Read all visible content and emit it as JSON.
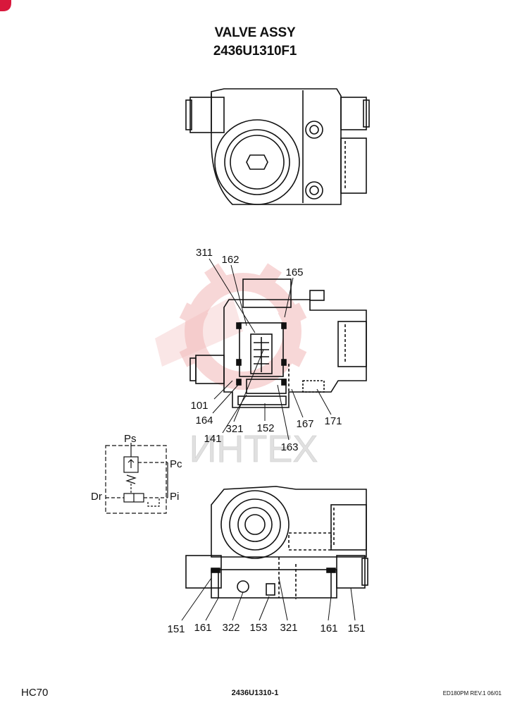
{
  "header": {
    "title": "VALVE ASSY",
    "part_number": "2436U1310F1"
  },
  "watermark": {
    "text": "ИНТЕХ",
    "color": "#e8a0a0"
  },
  "section_callouts": [
    "311",
    "162",
    "165",
    "101",
    "164",
    "141",
    "321",
    "152",
    "167",
    "171",
    "163"
  ],
  "bottom_callouts": [
    "151",
    "161",
    "322",
    "153",
    "321",
    "161",
    "151"
  ],
  "schematic": {
    "ports": {
      "ps": "Ps",
      "pc": "Pc",
      "dr": "Dr",
      "pi": "Pi"
    }
  },
  "footer": {
    "model": "HC70",
    "page_code": "2436U1310-1",
    "revision": "ED180PM REV.1 06/01"
  },
  "colors": {
    "line": "#111111",
    "corner_mark": "#d8183c"
  }
}
